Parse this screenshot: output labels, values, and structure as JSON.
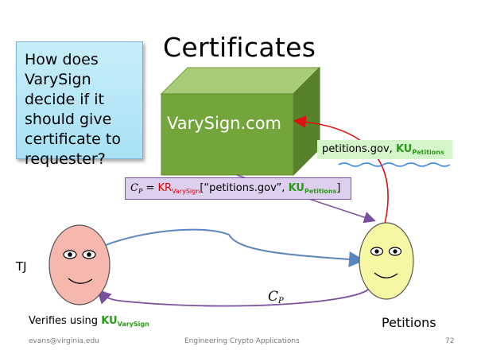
{
  "slide": {
    "title": "Certificates",
    "question": "How does VarySign decide if it should give certificate to requester?",
    "box_label": "VarySign.com",
    "petitions_info": {
      "domain": "petitions.gov, ",
      "key": "KU",
      "key_sub": "Petitions"
    },
    "formula": {
      "var": "C",
      "var_sub": "P",
      "eq": " = ",
      "kr": "KR",
      "kr_sub": "VarySign",
      "mid": "[“petitions.gov”, ",
      "ku": "KU",
      "ku_sub": "Petitions",
      "end": "]"
    },
    "cp_label": {
      "var": "C",
      "sub": "P"
    },
    "tj_label": "TJ",
    "verifies": {
      "text": "Verifies using ",
      "key": "KU",
      "key_sub": "VarySign"
    },
    "petitions_label": "Petitions",
    "footer": {
      "left": "evans@virginia.edu",
      "center": "Engineering Crypto Applications",
      "page": "72"
    }
  },
  "colors": {
    "question_bg": "#b3e5f6",
    "box_front": "#74a53a",
    "box_top": "#a9cd76",
    "box_side": "#57822a",
    "tj_face": "#f6b8ae",
    "petitions_face": "#f6f7a2",
    "blue_arrow": "#5a86c0",
    "purple_arrow": "#7a4f9e",
    "red_arrow": "#e01010",
    "key_green": "#2a9a1a",
    "key_red": "#e00000"
  }
}
